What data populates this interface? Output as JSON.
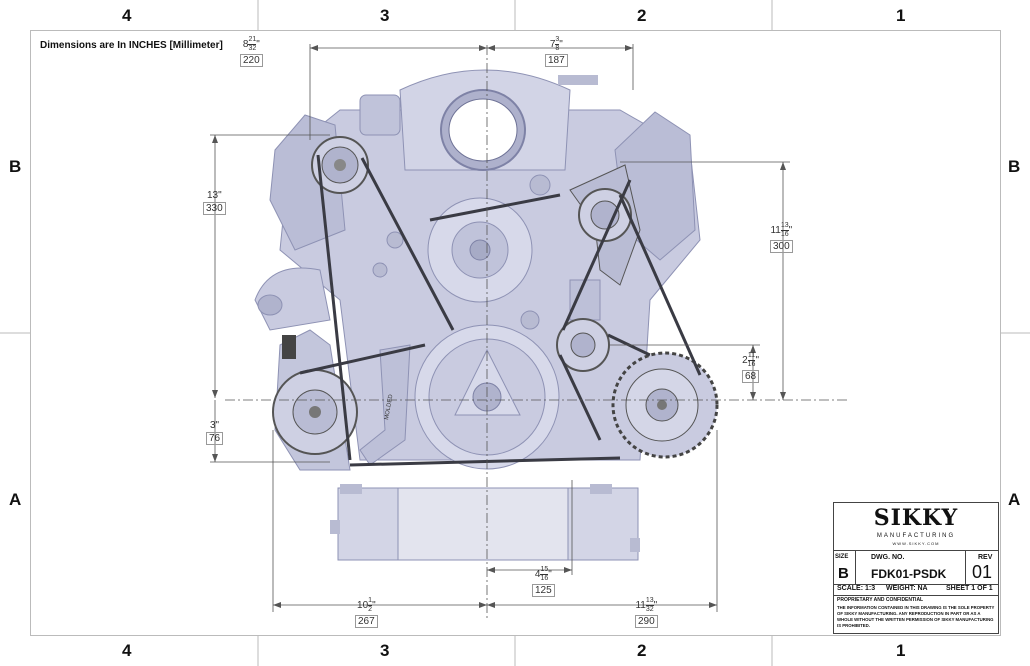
{
  "zones": {
    "top": [
      "4",
      "3",
      "2",
      "1"
    ],
    "bottom": [
      "4",
      "3",
      "2",
      "1"
    ],
    "left": [
      "B",
      "A"
    ],
    "right": [
      "B",
      "A"
    ]
  },
  "note": "Dimensions are In INCHES [Millimeter]",
  "dims": {
    "d1": {
      "whole": "8",
      "num": "21",
      "den": "32",
      "mm": "220"
    },
    "d2": {
      "whole": "7",
      "num": "3",
      "den": "8",
      "mm": "187"
    },
    "d3": {
      "whole": "13\"",
      "mm": "330"
    },
    "d4": {
      "whole": "11",
      "num": "13",
      "den": "16",
      "mm": "300"
    },
    "d5": {
      "whole": "2",
      "num": "11",
      "den": "16",
      "mm": "68"
    },
    "d6": {
      "whole": "3\"",
      "mm": "76"
    },
    "d7": {
      "whole": "4",
      "num": "15",
      "den": "16",
      "mm": "125"
    },
    "d8": {
      "whole": "10",
      "num": "1",
      "den": "2",
      "mm": "267"
    },
    "d9": {
      "whole": "11",
      "num": "13",
      "den": "32",
      "mm": "290"
    }
  },
  "pulley_text": "MOLDED",
  "title_block": {
    "logo": "SIKKY",
    "logo_sub": "MANUFACTURING",
    "logo_url": "WWW.SIKKY.COM",
    "size_label": "SIZE",
    "size_value": "B",
    "dwg_label": "DWG.  NO.",
    "dwg_value": "FDK01-PSDK",
    "rev_label": "REV",
    "rev_value": "01",
    "scale": "SCALE: 1:3",
    "weight": "WEIGHT: NA",
    "sheet": "SHEET 1 OF 1",
    "prop": "PROPRIETARY AND CONFIDENTIAL",
    "legal": "THE INFORMATION CONTAINED IN THIS DRAWING IS THE SOLE PROPERTY OF SIKKY MANUFACTURING. ANY REPRODUCTION IN PART OR AS A WHOLE WITHOUT THE WRITTEN PERMISSION OF SIKKY MANUFACTURING IS PROHIBITED."
  },
  "colors": {
    "engine": "#c9cbe0",
    "engine_dark": "#8e92b4",
    "belt": "#3a3b44",
    "line": "#555555"
  }
}
